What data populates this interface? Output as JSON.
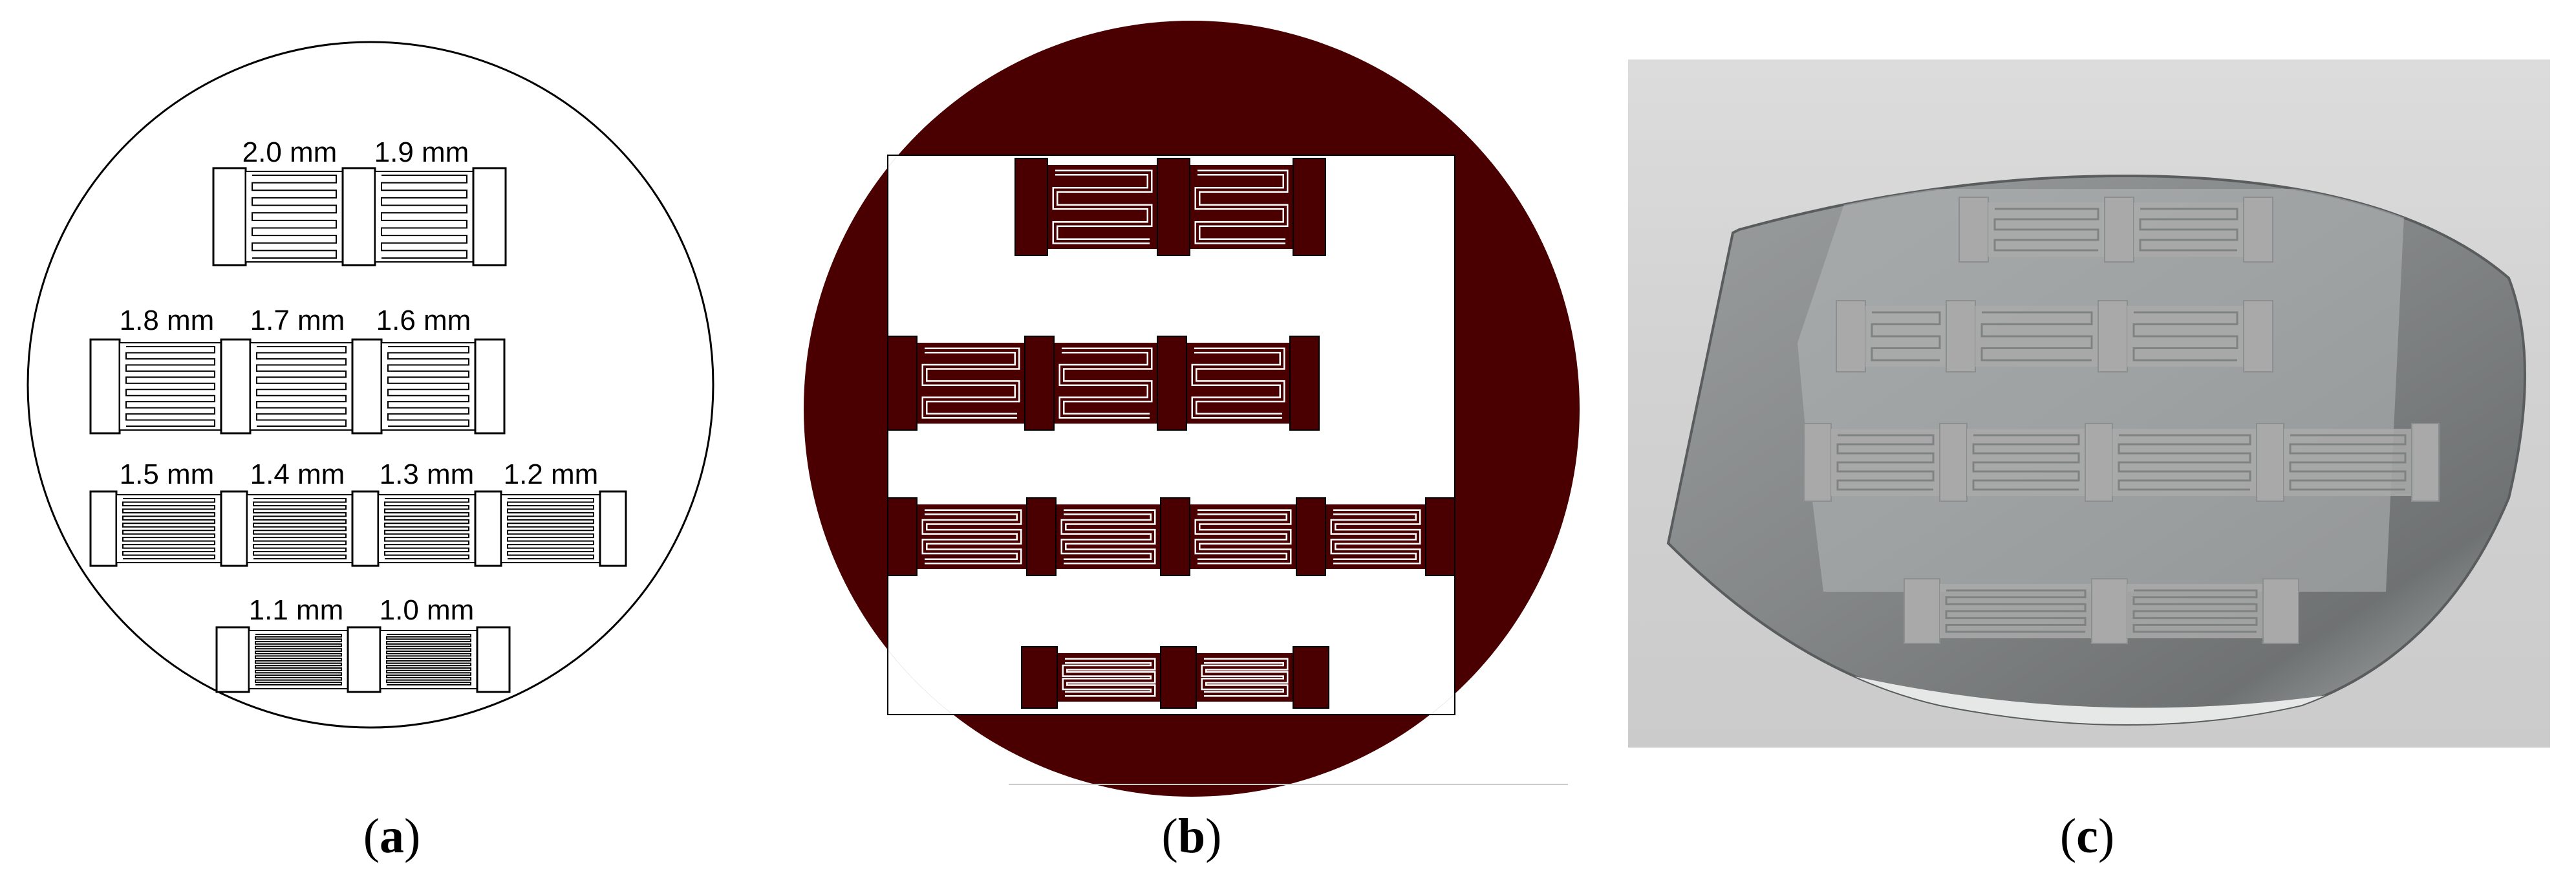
{
  "panels": [
    {
      "caption_open": "(",
      "caption_letter": "a",
      "caption_close": ")",
      "rows": [
        {
          "labels": [
            "2.0 mm",
            "1.9 mm"
          ]
        },
        {
          "labels": [
            "1.8 mm",
            "1.7 mm",
            "1.6 mm"
          ]
        },
        {
          "labels": [
            "1.5 mm",
            "1.4 mm",
            "1.3 mm",
            "1.2 mm"
          ]
        },
        {
          "labels": [
            "1.1 mm",
            "1.0 mm"
          ]
        }
      ]
    },
    {
      "caption_open": "(",
      "caption_letter": "b",
      "caption_close": ")"
    },
    {
      "caption_open": "(",
      "caption_letter": "c",
      "caption_close": ")"
    }
  ],
  "colors": {
    "mask_dark": "#4a0000",
    "line": "#000000",
    "photo_pattern": "#a9a9a9",
    "wafer": "#7f8282"
  }
}
